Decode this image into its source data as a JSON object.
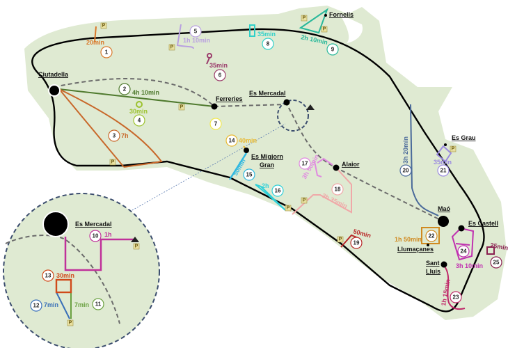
{
  "map": {
    "colors": {
      "land": "#dfead2",
      "road": "#000000",
      "dashed_road": "#6b6b6b",
      "inset": "#3b4d6e"
    },
    "towns": [
      "Ciutadella",
      "Ferreries",
      "Es Mercadal",
      "Es Migjorn",
      "Gran",
      "Fornells",
      "Alaior",
      "Es Grau",
      "Maó",
      "Es Castell",
      "Llumaçanes",
      "Sant",
      "Lluís"
    ],
    "inset": {
      "town": "Es Mercadal"
    },
    "parking_label": "P",
    "routes": [
      {
        "n": "1",
        "d": "20min",
        "c": "#d9782a"
      },
      {
        "n": "2",
        "d": "4h 10min",
        "c": "#4f7a2e"
      },
      {
        "n": "3",
        "d": "7h",
        "c": "#c8682a"
      },
      {
        "n": "4",
        "d": "30min",
        "c": "#9cc22e"
      },
      {
        "n": "5",
        "d": "1h 10min",
        "c": "#b9a0e0"
      },
      {
        "n": "6",
        "d": "35min",
        "c": "#9a3a6a"
      },
      {
        "n": "7",
        "d": "",
        "c": "#f2e84a"
      },
      {
        "n": "8",
        "d": "35min",
        "c": "#2fd0c8"
      },
      {
        "n": "9",
        "d": "2h 10min",
        "c": "#28b89a"
      },
      {
        "n": "10",
        "d": "1h",
        "c": "#c0309a"
      },
      {
        "n": "11",
        "d": "7min",
        "c": "#6aa040"
      },
      {
        "n": "12",
        "d": "7min",
        "c": "#3a70b8"
      },
      {
        "n": "13",
        "d": "30min",
        "c": "#d04a1a"
      },
      {
        "n": "14",
        "d": "40min",
        "c": "#e8b830"
      },
      {
        "n": "15",
        "d": "50min",
        "c": "#30b8e0"
      },
      {
        "n": "16",
        "d": "2h",
        "c": "#30d0d8"
      },
      {
        "n": "17",
        "d": "3h 50min",
        "c": "#e08ae0"
      },
      {
        "n": "18",
        "d": "3h 35min",
        "c": "#f0a8a8"
      },
      {
        "n": "19",
        "d": "50min",
        "c": "#b82828"
      },
      {
        "n": "20",
        "d": "3h 20min",
        "c": "#4a6a9a"
      },
      {
        "n": "21",
        "d": "35min",
        "c": "#9a8ae0"
      },
      {
        "n": "22",
        "d": "1h 50min",
        "c": "#d08a20"
      },
      {
        "n": "23",
        "d": "1h 15min",
        "c": "#c02a6a"
      },
      {
        "n": "24",
        "d": "3h 10min",
        "c": "#c030b0"
      },
      {
        "n": "25",
        "d": "25min",
        "c": "#8a2050"
      }
    ]
  }
}
